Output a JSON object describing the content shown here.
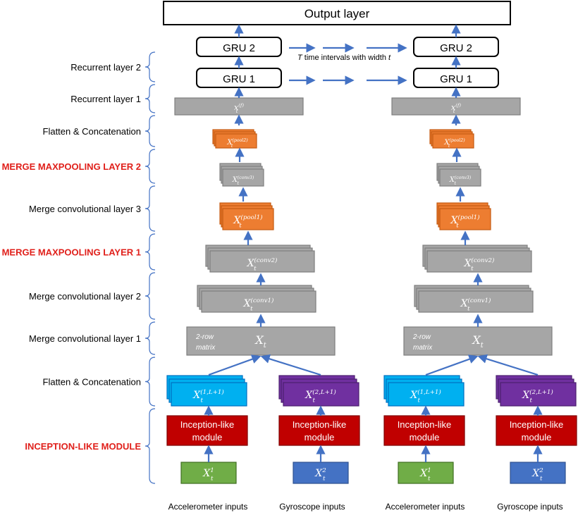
{
  "output_layer": "Output layer",
  "gru2": "GRU 2",
  "gru1": "GRU 1",
  "time_note": {
    "T": "T",
    "rest": " time intervals with width ",
    "t": "t"
  },
  "layer_labels": [
    {
      "text": "Recurrent layer 2",
      "emphasis": false
    },
    {
      "text": "Recurrent layer 1",
      "emphasis": false
    },
    {
      "text": "Flatten & Concatenation",
      "emphasis": false
    },
    {
      "text": "MERGE MAXPOOLING LAYER 2",
      "emphasis": true
    },
    {
      "text": "Merge convolutional layer 3",
      "emphasis": false
    },
    {
      "text": "MERGE MAXPOOLING LAYER 1",
      "emphasis": true
    },
    {
      "text": "Merge convolutional layer 2",
      "emphasis": false
    },
    {
      "text": "Merge convolutional layer 1",
      "emphasis": false
    },
    {
      "text": "Flatten & Concatenation",
      "emphasis": false
    },
    {
      "text": "INCEPTION-LIKE MODULE",
      "emphasis": true
    }
  ],
  "stack": {
    "flat": {
      "base": "x",
      "sub": "t",
      "sup": "(f)"
    },
    "pool2": {
      "base": "X",
      "sub": "t",
      "sup": "(pool2)"
    },
    "conv3": {
      "base": "X",
      "sub": "t",
      "sup": "(conv3)"
    },
    "pool1": {
      "base": "X",
      "sub": "t",
      "sup": "(pool1)"
    },
    "conv2": {
      "base": "X",
      "sub": "t",
      "sup": "(conv2)"
    },
    "conv1": {
      "base": "X",
      "sub": "t",
      "sup": "(conv1)"
    },
    "matrix": {
      "base": "X",
      "sub": "t",
      "note_line1": "2-row",
      "note_line2": "matrix"
    },
    "acc_flat": {
      "base": "X",
      "sub": "t",
      "sup": "(1,L+1)"
    },
    "gyr_flat": {
      "base": "X",
      "sub": "t",
      "sup": "(2,L+1)"
    },
    "inception_line1": "Inception-like",
    "inception_line2": "module",
    "acc_in": {
      "base": "X",
      "sub": "t",
      "sup": "1"
    },
    "gyr_in": {
      "base": "X",
      "sub": "t",
      "sup": "2"
    }
  },
  "input_labels": [
    "Accelerometer inputs",
    "Gyroscope inputs",
    "Accelerometer inputs",
    "Gyroscope inputs"
  ],
  "colors": {
    "arrow": "#4472c4",
    "brace": "#4472c4",
    "gray": "#a6a6a6",
    "gray_stroke": "#7f7f7f",
    "orange": "#ed7d31",
    "orange_stroke": "#c55a11",
    "cyan": "#00b0f0",
    "purple": "#7030a0",
    "red": "#c00000",
    "green": "#70ad47",
    "blue": "#4472c4",
    "emphasis_text": "#e0201b"
  }
}
